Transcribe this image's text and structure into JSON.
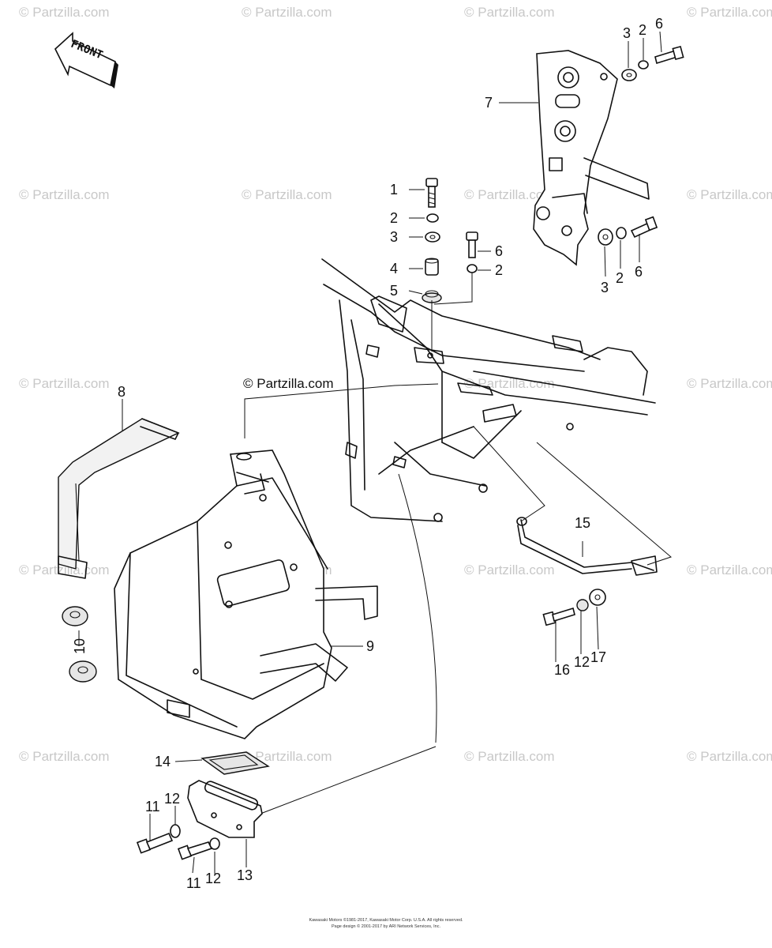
{
  "watermark": {
    "text": "© Partzilla.com",
    "color": "#c8c8c8"
  },
  "front_arrow": {
    "label": "FRONT"
  },
  "callouts": [
    {
      "id": "c1",
      "label": "1"
    },
    {
      "id": "c2a",
      "label": "2"
    },
    {
      "id": "c3a",
      "label": "3"
    },
    {
      "id": "c4",
      "label": "4"
    },
    {
      "id": "c5",
      "label": "5"
    },
    {
      "id": "c6a",
      "label": "6"
    },
    {
      "id": "c2b",
      "label": "2"
    },
    {
      "id": "c7",
      "label": "7"
    },
    {
      "id": "c3t",
      "label": "3"
    },
    {
      "id": "c2t",
      "label": "2"
    },
    {
      "id": "c6t",
      "label": "6"
    },
    {
      "id": "c3r",
      "label": "3"
    },
    {
      "id": "c2r",
      "label": "2"
    },
    {
      "id": "c6r",
      "label": "6"
    },
    {
      "id": "c8",
      "label": "8"
    },
    {
      "id": "c9",
      "label": "9"
    },
    {
      "id": "c10",
      "label": "10"
    },
    {
      "id": "c11a",
      "label": "11"
    },
    {
      "id": "c12a",
      "label": "12"
    },
    {
      "id": "c11b",
      "label": "11"
    },
    {
      "id": "c12b",
      "label": "12"
    },
    {
      "id": "c13",
      "label": "13"
    },
    {
      "id": "c14",
      "label": "14"
    },
    {
      "id": "c15",
      "label": "15"
    },
    {
      "id": "c16",
      "label": "16"
    },
    {
      "id": "c12c",
      "label": "12"
    },
    {
      "id": "c17",
      "label": "17"
    }
  ],
  "copyright": {
    "line1": "Kawasaki Motors ©1981-2017, Kawasaki Motor Corp. U.S.A. All rights reserved.",
    "line2": "Page design © 2001-2017 by ARI Network Services, Inc."
  },
  "center_watermark": "© Partzilla.com"
}
